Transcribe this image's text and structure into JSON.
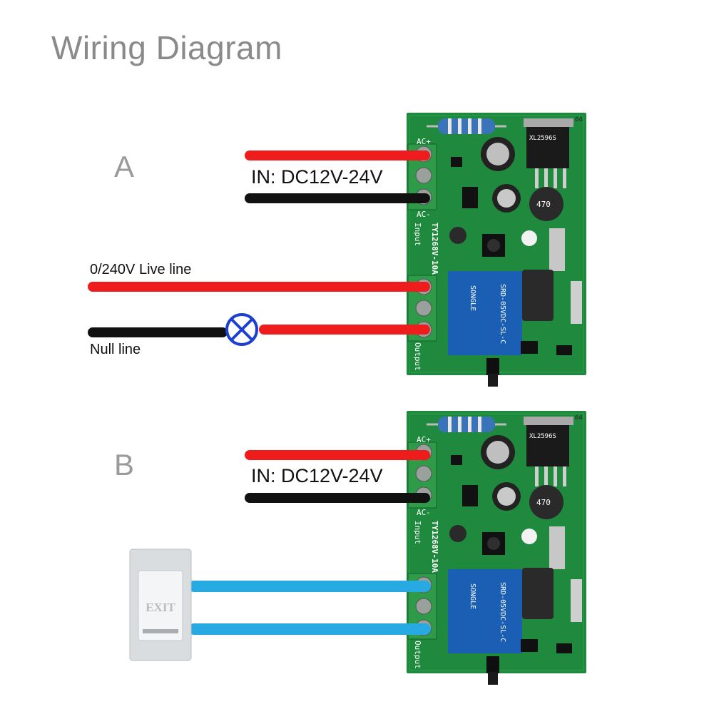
{
  "title": "Wiring Diagram",
  "sections": [
    {
      "letter": "A",
      "input_label": "IN: DC12V-24V",
      "live_label": "0/240V Live line",
      "null_label": "Null line"
    },
    {
      "letter": "B",
      "input_label": "IN: DC12V-24V",
      "exit_label": "EXIT"
    }
  ],
  "board": {
    "ac_plus": "AC+",
    "ac_minus": "AC-",
    "input": "Input",
    "output": "Output",
    "model": "TY1268V-10A",
    "brand": "SONGLE",
    "relay_text": "SRD-05VDC-SL-C",
    "ic_text": "XL2596S",
    "inductor": "470",
    "corner": "64"
  },
  "colors": {
    "red_wire": "#ee1c1c",
    "black_wire": "#111111",
    "blue_wire": "#27a9e1",
    "pcb": "#1f8a3e",
    "relay": "#1a5fb4"
  }
}
